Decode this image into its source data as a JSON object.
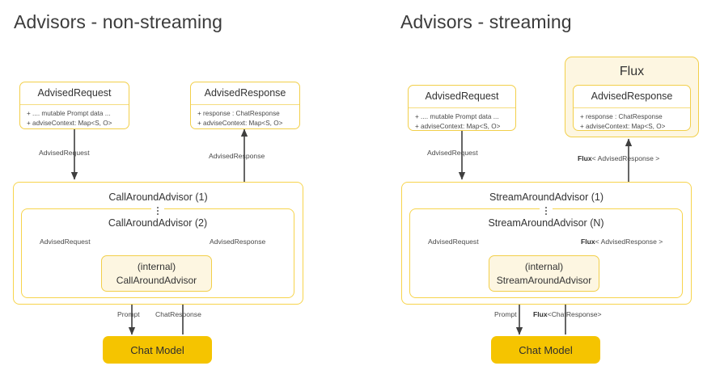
{
  "diagram": {
    "background": "#ffffff",
    "accent_border": "#f7d44c",
    "accent_fill": "#fdf6e1",
    "chat_model_fill": "#f5c400",
    "arrow_color": "#3f3f3f"
  },
  "panels": [
    {
      "id": "non-streaming",
      "title": "Advisors - non-streaming",
      "request_box": {
        "title": "AdvisedRequest",
        "rows": [
          "+ .... mutable Prompt data ...",
          "+ adviseContext: Map<S, O>"
        ]
      },
      "response_box": {
        "title": "AdvisedResponse",
        "rows": [
          "+ response : ChatResponse",
          "+ adviseContext: Map<S, O>"
        ]
      },
      "flux_wrapper": null,
      "advisor_outer_label": "CallAroundAdvisor (1)",
      "advisor_inner_label": "CallAroundAdvisor (2)",
      "internal_box": {
        "line1": "(internal)",
        "line2": "CallAroundAdvisor"
      },
      "chat_model_label": "Chat Model",
      "edges": {
        "top_request": "AdvisedRequest",
        "top_response": "AdvisedResponse",
        "mid_request": "AdvisedRequest",
        "mid_response": "AdvisedResponse",
        "bottom_prompt": "Prompt",
        "bottom_response_bold": "",
        "bottom_response": "ChatResponse"
      }
    },
    {
      "id": "streaming",
      "title": "Advisors - streaming",
      "request_box": {
        "title": "AdvisedRequest",
        "rows": [
          "+ .... mutable Prompt data ...",
          "+ adviseContext: Map<S, O>"
        ]
      },
      "response_box": {
        "title": "AdvisedResponse",
        "rows": [
          "+ response : ChatResponse",
          "+ adviseContext: Map<S, O>"
        ]
      },
      "flux_wrapper": {
        "label": "Flux"
      },
      "advisor_outer_label": "StreamAroundAdvisor (1)",
      "advisor_inner_label": "StreamAroundAdvisor (N)",
      "internal_box": {
        "line1": "(internal)",
        "line2": "StreamAroundAdvisor"
      },
      "chat_model_label": "Chat Model",
      "edges": {
        "top_request": "AdvisedRequest",
        "top_response_bold": "Flux",
        "top_response": "< AdvisedResponse >",
        "mid_request": "AdvisedRequest",
        "mid_response_bold": "Flux",
        "mid_response": "< AdvisedResponse >",
        "bottom_prompt": "Prompt",
        "bottom_response_bold": "Flux",
        "bottom_response": "<ChatResponse>"
      }
    }
  ]
}
